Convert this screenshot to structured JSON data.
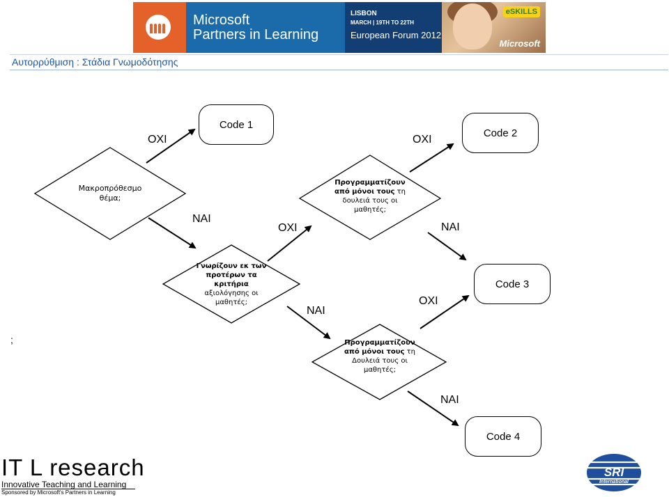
{
  "banner": {
    "title_line1": "Microsoft",
    "title_line2": "Partners in Learning",
    "city": "LISBON",
    "dates": "MARCH | 19TH TO 22TH",
    "event": "European Forum 2012",
    "eskills": "eSKILLS",
    "brand": "Microsoft"
  },
  "subtitle": "Αυτορρύθμιση : Στάδια Γνωμοδότησης",
  "diagram": {
    "d1": {
      "line1": "Μακροπρόθεσμο",
      "line2": "θέμα;"
    },
    "d2": {
      "bold1": "Προγραμματίζουν",
      "bold2": "από μόνοι τους",
      "rest2": " τη",
      "line3": "δουλειά τους οι",
      "line4": "μαθητές;"
    },
    "d3": {
      "bold1": "Γνωρίζουν εκ των",
      "bold2": "προτέρων τα",
      "bold3": "κριτήρια",
      "line4": "αξιολόγησης οι",
      "line5": "μαθητές;"
    },
    "d4": {
      "bold1": "Προγραμματίζουν",
      "bold2": "από μόνοι τους",
      "rest2": " τη",
      "line3": "Δουλειά τους οι",
      "line4": "μαθητές;"
    },
    "codes": {
      "c1": "Code 1",
      "c2": "Code 2",
      "c3": "Code 3",
      "c4": "Code 4"
    },
    "labels": {
      "oxi1": "ΟΧΙ",
      "nai1": "ΝΑΙ",
      "oxi2": "ΟΧΙ",
      "oxi3": "ΟΧΙ",
      "nai2": "ΝΑΙ",
      "nai3": "ΝΑΙ",
      "oxi4": "ΟΧΙ",
      "nai4": "ΝΑΙ"
    },
    "stray": ";"
  },
  "footer": {
    "itl_big": "IT L research",
    "itl_line1": "Innovative Teaching and Learning",
    "itl_line2": "Sponsored by Microsoft's Partners in Learning",
    "sri_text": "SRI",
    "sri_sub": "International"
  },
  "colors": {
    "accent_blue": "#1c55a5",
    "banner_orange": "#e4622a",
    "banner_blue": "#1b6bab",
    "banner_navy": "#123e73"
  }
}
